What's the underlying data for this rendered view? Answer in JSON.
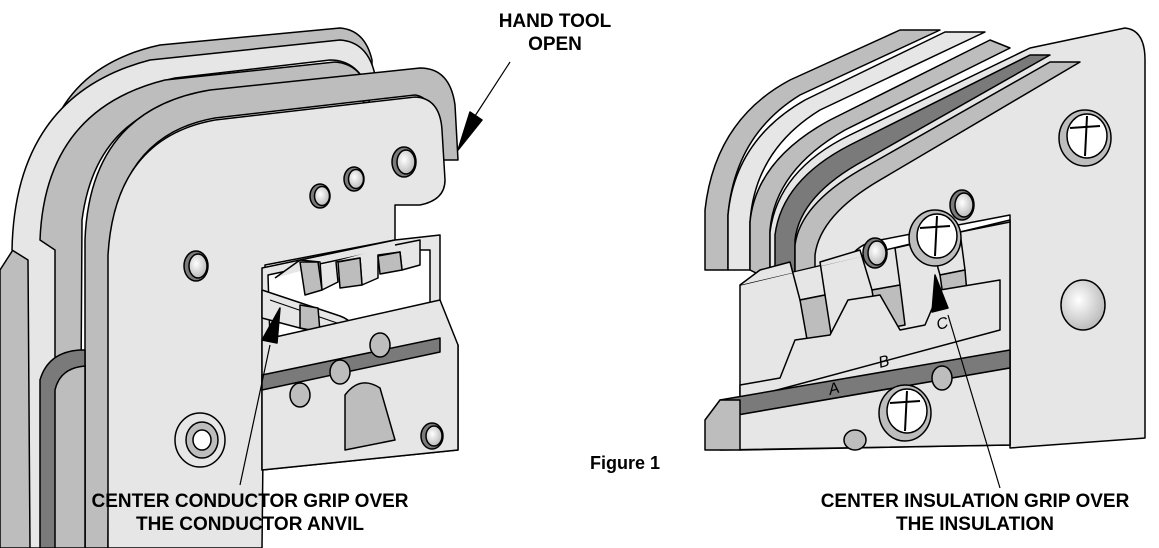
{
  "labels": {
    "hand_tool": [
      "HAND TOOL",
      "OPEN"
    ],
    "conductor_grip": [
      "CENTER CONDUCTOR GRIP OVER",
      "THE CONDUCTOR ANVIL"
    ],
    "insulation_grip": [
      "CENTER INSULATION GRIP OVER",
      "THE INSULATION"
    ],
    "figure_caption": "Figure 1",
    "die_letters": [
      "A",
      "B",
      "C"
    ]
  },
  "colors": {
    "outline": "#000000",
    "plate_light": "#e6e6e6",
    "plate_mid": "#bdbdbd",
    "plate_dark": "#7a7a7a",
    "background": "#ffffff"
  }
}
